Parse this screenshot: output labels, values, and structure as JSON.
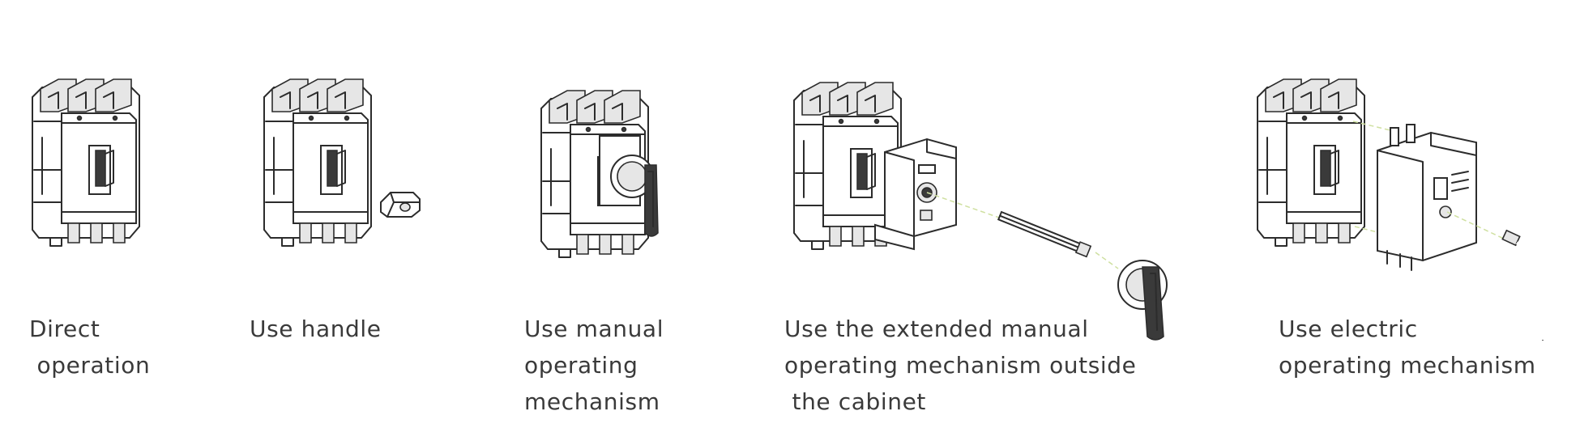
{
  "options": [
    {
      "id": "direct",
      "caption_lines": [
        "Direct",
        " operation"
      ]
    },
    {
      "id": "handle",
      "caption_lines": [
        "Use handle"
      ]
    },
    {
      "id": "manual",
      "caption_lines": [
        "Use manual",
        "operating",
        "mechanism"
      ]
    },
    {
      "id": "extended",
      "caption_lines": [
        "Use the extended manual",
        "operating mechanism outside",
        " the cabinet"
      ]
    },
    {
      "id": "electric",
      "caption_lines": [
        "Use electric",
        "operating mechanism"
      ]
    }
  ],
  "colors": {
    "line": "#2c2c2c",
    "text": "#3a3a3a",
    "guide": "#cfe0a0"
  }
}
